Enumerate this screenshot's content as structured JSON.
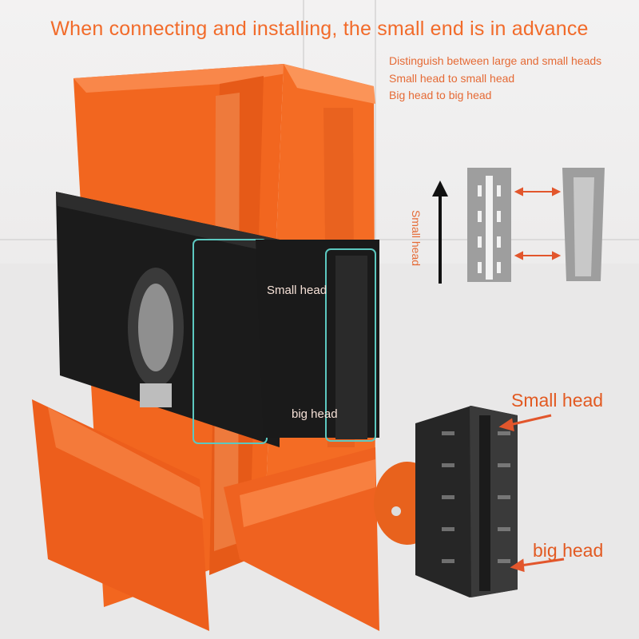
{
  "title": "When connecting and installing, the small end is in advance",
  "notes": [
    "Distinguish between large and small heads",
    "Small head to small head",
    "Big head to big head"
  ],
  "diagram": {
    "arrow_label": "Small head"
  },
  "labels": {
    "small_head": "Small head",
    "big_head": "big head"
  },
  "callouts": {
    "small_head": "Small head",
    "big_head": "big head"
  },
  "colors": {
    "accent": "#f26b2a",
    "tool_orange": "#f2661f",
    "tool_black": "#1b1b1b",
    "teal_outline": "#5cc8c0",
    "diagram_gray": "#9e9e9e"
  }
}
